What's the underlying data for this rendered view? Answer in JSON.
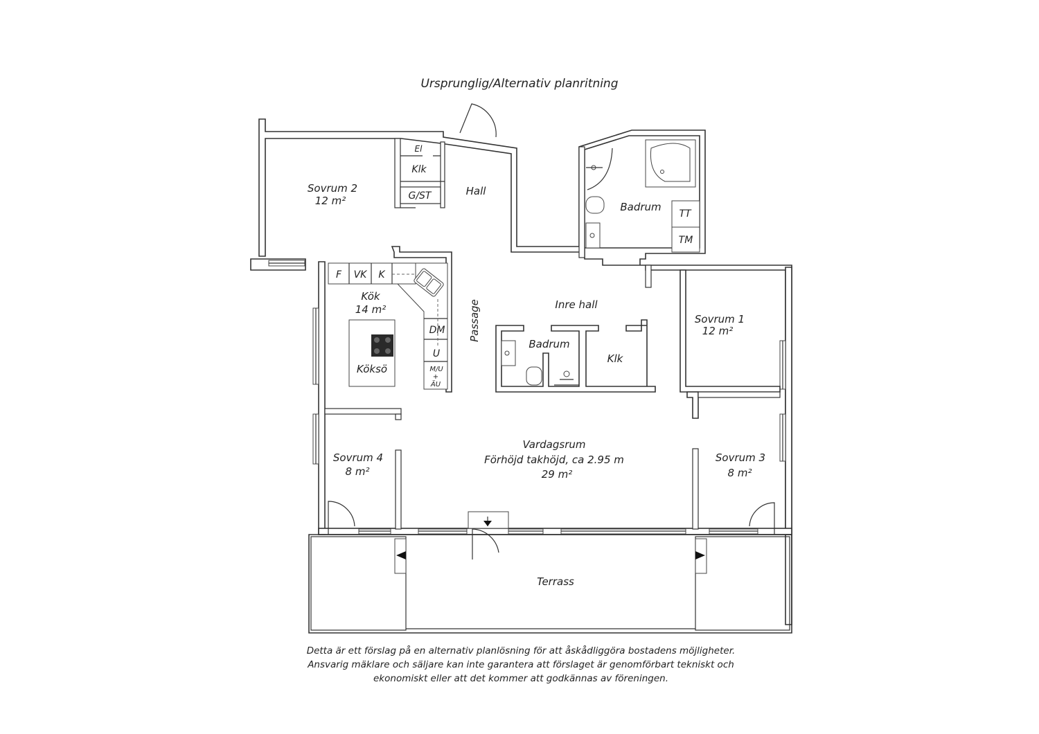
{
  "title": "Ursprunglig/Alternativ planritning",
  "rooms": {
    "sovrum2": {
      "name": "Sovrum 2",
      "area": "12 m²"
    },
    "hall": {
      "name": "Hall"
    },
    "el": {
      "name": "El"
    },
    "klk_top": {
      "name": "Klk"
    },
    "gst": {
      "name": "G/ST"
    },
    "badrum_main": {
      "name": "Badrum"
    },
    "tt": {
      "name": "TT"
    },
    "tm": {
      "name": "TM"
    },
    "kok": {
      "name": "Kök",
      "area": "14 m²"
    },
    "koksö": {
      "name": "Köksö"
    },
    "passage": {
      "name": "Passage"
    },
    "inre_hall": {
      "name": "Inre hall"
    },
    "badrum_small": {
      "name": "Badrum"
    },
    "klk_inner": {
      "name": "Klk"
    },
    "sovrum1": {
      "name": "Sovrum 1",
      "area": "12 m²"
    },
    "sovrum4": {
      "name": "Sovrum 4",
      "area": "8 m²"
    },
    "vardagsrum": {
      "name": "Vardagsrum",
      "note": "Förhöjd takhöjd, ca 2.95 m",
      "area": "29 m²"
    },
    "sovrum3": {
      "name": "Sovrum 3",
      "area": "8 m²"
    },
    "terrass": {
      "name": "Terrass"
    }
  },
  "kitchen_units": {
    "f": "F",
    "vk": "VK",
    "k": "K",
    "dm": "DM",
    "u": "U",
    "mu": "M/U",
    "plus": "+",
    "au": "ÄU"
  },
  "disclaimer": [
    "Detta är ett förslag på en alternativ planlösning för att åskådliggöra bostadens möjligheter.",
    "Ansvarig mäklare och säljare kan inte garantera att förslaget är genomförbart tekniskt och",
    "ekonomiskt eller att det kommer att godkännas av föreningen."
  ]
}
